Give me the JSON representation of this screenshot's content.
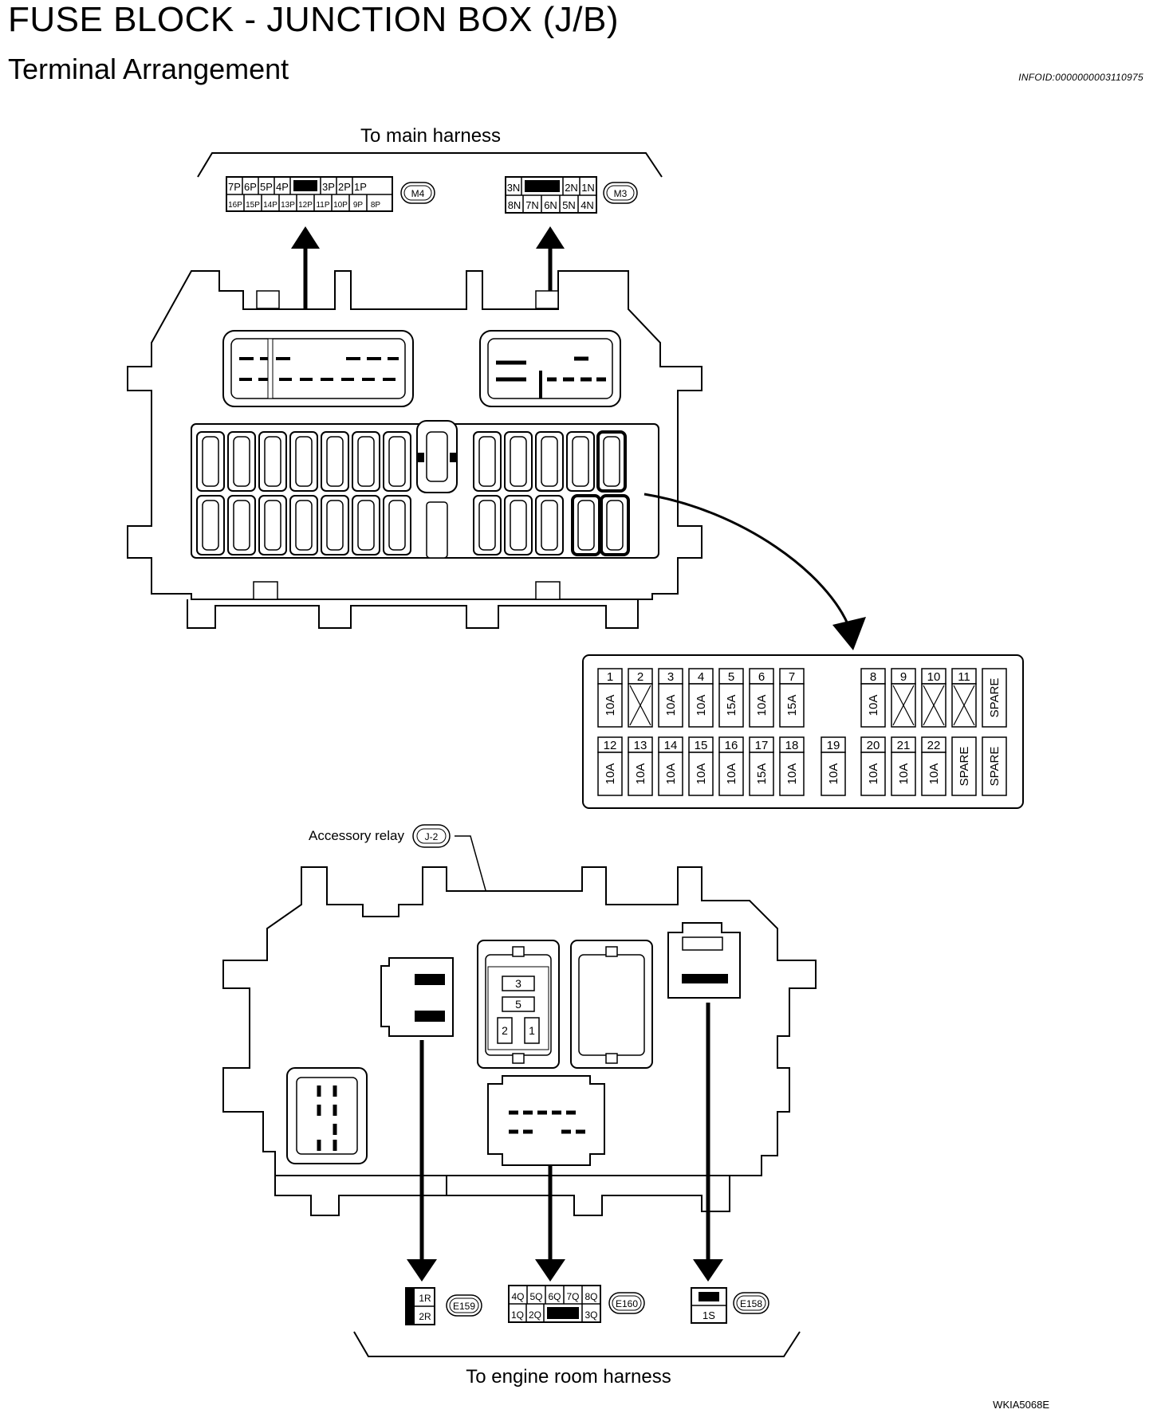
{
  "header": {
    "title": "FUSE BLOCK - JUNCTION BOX (J/B)",
    "subtitle": "Terminal Arrangement",
    "info_id": "INFOID:0000000003110975"
  },
  "labels": {
    "to_main_harness": "To main harness",
    "to_engine_room_harness": "To engine room harness",
    "accessory_relay": "Accessory relay",
    "figure_id": "WKIA5068E"
  },
  "connectors": {
    "m4": {
      "name": "M4",
      "top": [
        "7P",
        "6P",
        "5P",
        "4P",
        "",
        "3P",
        "2P",
        "1P"
      ],
      "bottom": [
        "16P",
        "15P",
        "14P",
        "13P",
        "12P",
        "11P",
        "10P",
        "9P",
        "8P"
      ]
    },
    "m3": {
      "name": "M3",
      "top": [
        "3N",
        "",
        "2N",
        "1N"
      ],
      "bottom": [
        "8N",
        "7N",
        "6N",
        "5N",
        "4N"
      ]
    },
    "j2": {
      "name": "J-2"
    },
    "e159": {
      "name": "E159",
      "cells": [
        "1R",
        "2R"
      ]
    },
    "e160": {
      "name": "E160",
      "top": [
        "4Q",
        "5Q",
        "6Q",
        "7Q",
        "8Q"
      ],
      "bottom": [
        "1Q",
        "2Q",
        "",
        "3Q"
      ]
    },
    "e158": {
      "name": "E158",
      "cells": [
        "1S"
      ]
    }
  },
  "relay_pins": [
    "3",
    "5",
    "2",
    "1"
  ],
  "fuse_table": {
    "row1": [
      {
        "num": "1",
        "amp": "10A"
      },
      {
        "num": "2",
        "amp": ""
      },
      {
        "num": "3",
        "amp": "10A"
      },
      {
        "num": "4",
        "amp": "10A"
      },
      {
        "num": "5",
        "amp": "15A"
      },
      {
        "num": "6",
        "amp": "10A"
      },
      {
        "num": "7",
        "amp": "15A"
      },
      {
        "num": "8",
        "amp": "10A"
      },
      {
        "num": "9",
        "amp": ""
      },
      {
        "num": "10",
        "amp": ""
      },
      {
        "num": "11",
        "amp": ""
      },
      {
        "num": "",
        "amp": "SPARE"
      }
    ],
    "row2": [
      {
        "num": "12",
        "amp": "10A"
      },
      {
        "num": "13",
        "amp": "10A"
      },
      {
        "num": "14",
        "amp": "10A"
      },
      {
        "num": "15",
        "amp": "10A"
      },
      {
        "num": "16",
        "amp": "10A"
      },
      {
        "num": "17",
        "amp": "15A"
      },
      {
        "num": "18",
        "amp": "10A"
      },
      {
        "num": "19",
        "amp": "10A"
      },
      {
        "num": "20",
        "amp": "10A"
      },
      {
        "num": "21",
        "amp": "10A"
      },
      {
        "num": "22",
        "amp": "10A"
      },
      {
        "num": "",
        "amp": "SPARE"
      },
      {
        "num": "",
        "amp": "SPARE"
      }
    ]
  }
}
